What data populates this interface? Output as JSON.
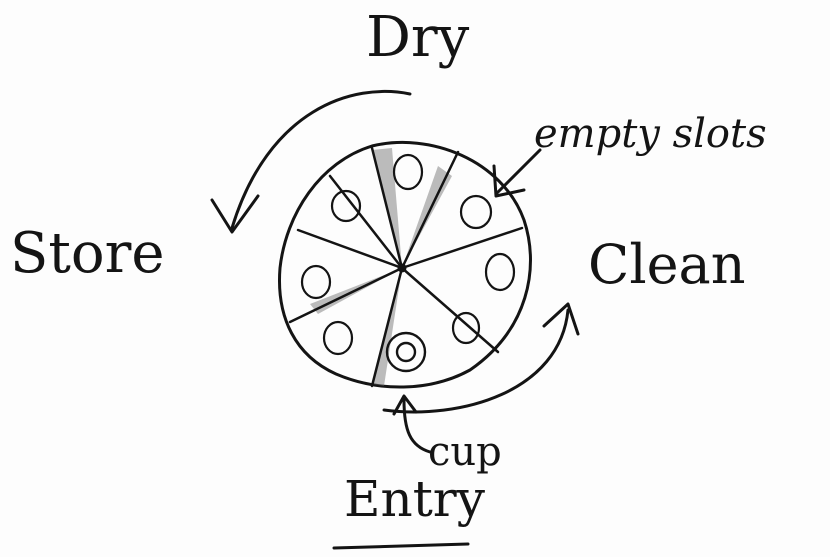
{
  "labels": {
    "dry": "Dry",
    "store": "Store",
    "clean": "Clean",
    "empty_slots": "empty slots",
    "cup": "cup",
    "entry": "Entry"
  },
  "wheel": {
    "sector_count": 8,
    "empty_slots": 7,
    "occupied_slots": 1
  },
  "colors": {
    "ink": "#141414",
    "shading": "#6b6b6b",
    "paper": "#fdfdfd"
  }
}
